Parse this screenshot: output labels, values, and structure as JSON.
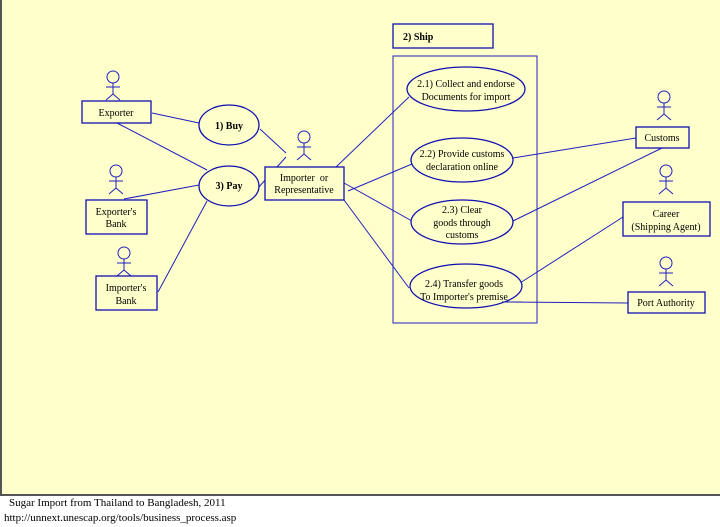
{
  "diagram": {
    "actors": {
      "exporter": "Exporter",
      "exporters_bank": [
        "Exporter's",
        "Bank"
      ],
      "importers_bank": [
        "Importer's",
        "Bank"
      ],
      "importer": [
        "Importer  or",
        "Representative"
      ],
      "customs": "Customs",
      "career": [
        "Career",
        "(Shipping Agent)"
      ],
      "port_authority": "Port Authority"
    },
    "use_cases": {
      "buy": "1) Buy",
      "pay": "3) Pay",
      "ship": "2) Ship",
      "ship_steps": [
        [
          "2.1) Collect and endorse",
          "Documents for import"
        ],
        [
          "2.2) Provide customs",
          "declaration online"
        ],
        [
          "2.3) Clear",
          "goods through",
          "customs"
        ],
        [
          "2.4) Transfer goods",
          "To Importer's premise"
        ]
      ]
    },
    "colors": {
      "background": "#ffffcc",
      "stroke": "#2020c0"
    }
  },
  "footer": {
    "caption": "Sugar Import from Thailand to Bangladesh, 2011",
    "source": "http://unnext.unescap.org/tools/business_process.asp"
  }
}
